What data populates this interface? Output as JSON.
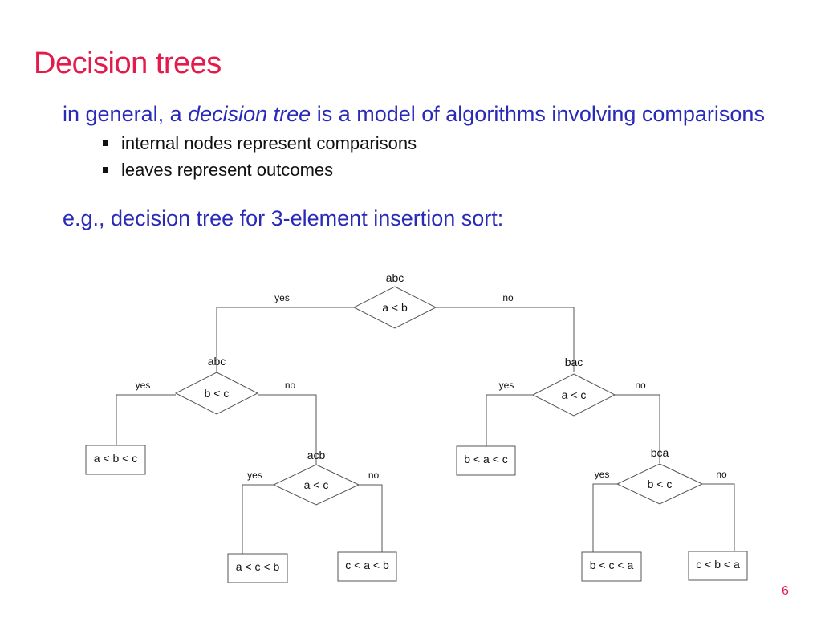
{
  "slide": {
    "title": "Decision trees",
    "lead_prefix": "in general, a ",
    "lead_term": "decision tree",
    "lead_suffix": " is a model of algorithms involving comparisons",
    "bullets": [
      "internal nodes represent comparisons",
      "leaves represent outcomes"
    ],
    "example": "e.g., decision tree for 3-element insertion sort:",
    "page_number": "6"
  },
  "colors": {
    "title": "#e31b4b",
    "text_blue": "#2a2ab8",
    "line": "#555555"
  },
  "tree": {
    "nodes": [
      {
        "id": "root",
        "kind": "decision",
        "state": "abc",
        "test": "a < b"
      },
      {
        "id": "left",
        "kind": "decision",
        "state": "abc",
        "test": "b <  c"
      },
      {
        "id": "right",
        "kind": "decision",
        "state": "bac",
        "test": "a < c"
      },
      {
        "id": "leaf1",
        "kind": "leaf",
        "text": "a < b < c"
      },
      {
        "id": "acb",
        "kind": "decision",
        "state": "acb",
        "test": "a < c"
      },
      {
        "id": "leaf2",
        "kind": "leaf",
        "text": "b < a < c"
      },
      {
        "id": "bca",
        "kind": "decision",
        "state": "bca",
        "test": "b < c"
      },
      {
        "id": "leaf3",
        "kind": "leaf",
        "text": "a < c < b"
      },
      {
        "id": "leaf4",
        "kind": "leaf",
        "text": "c < a < b"
      },
      {
        "id": "leaf5",
        "kind": "leaf",
        "text": "b < c < a"
      },
      {
        "id": "leaf6",
        "kind": "leaf",
        "text": "c < b < a"
      }
    ],
    "edges": [
      {
        "from": "root",
        "to": "left",
        "label": "yes"
      },
      {
        "from": "root",
        "to": "right",
        "label": "no"
      },
      {
        "from": "left",
        "to": "leaf1",
        "label": "yes"
      },
      {
        "from": "left",
        "to": "acb",
        "label": "no"
      },
      {
        "from": "right",
        "to": "leaf2",
        "label": "yes"
      },
      {
        "from": "right",
        "to": "bca",
        "label": "no"
      },
      {
        "from": "acb",
        "to": "leaf3",
        "label": "yes"
      },
      {
        "from": "acb",
        "to": "leaf4",
        "label": "no"
      },
      {
        "from": "bca",
        "to": "leaf5",
        "label": "yes"
      },
      {
        "from": "bca",
        "to": "leaf6",
        "label": "no"
      }
    ]
  }
}
